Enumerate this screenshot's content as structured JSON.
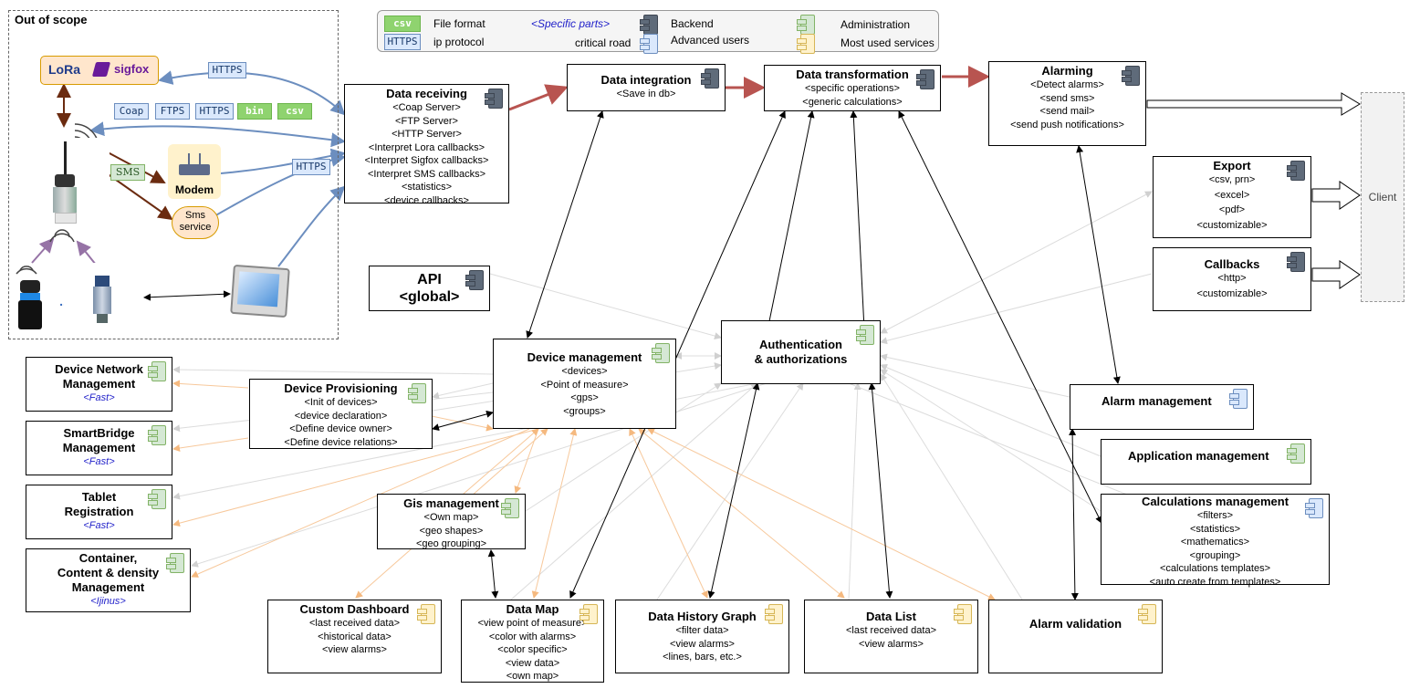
{
  "scope": {
    "title": "Out of scope"
  },
  "legend": {
    "csv_tag": "csv",
    "file_format": "File format",
    "https_tag": "HTTPS",
    "ip_protocol": "ip protocol",
    "specific_parts": "<Specific parts>",
    "critical_road": "critical road",
    "backend": "Backend",
    "advanced_users": "Advanced users",
    "administration": "Administration",
    "most_used": "Most used services"
  },
  "oos": {
    "lora": "LoRa",
    "sigfox": "sigfox",
    "protocols": [
      "Coap",
      "FTPS",
      "HTTPS"
    ],
    "formats": [
      "bin",
      "csv"
    ],
    "https_top": "HTTPS",
    "https_mid": "HTTPS",
    "sms": "SMS",
    "modem": "Modem",
    "sms_service": "Sms service",
    "dots": "..."
  },
  "boxes": {
    "data_receiving": {
      "title": "Data receiving",
      "lines": [
        "<Coap Server>",
        "<FTP Server>",
        "<HTTP Server>",
        "<Interpret Lora callbacks>",
        "<Interpret Sigfox callbacks>",
        "<Interpret SMS callbacks>",
        "<statistics>",
        "<device callbacks>"
      ]
    },
    "data_integration": {
      "title": "Data integration",
      "lines": [
        "<Save in db>"
      ]
    },
    "data_transformation": {
      "title": "Data transformation",
      "lines": [
        "<specific operations>",
        "<generic calculations>"
      ]
    },
    "alarming": {
      "title": "Alarming",
      "lines": [
        "<Detect alarms>",
        "<send sms>",
        "<send mail>",
        "<send push notifications>"
      ]
    },
    "export": {
      "title": "Export",
      "lines": [
        "<csv, prn>",
        "<excel>",
        "<pdf>",
        "<customizable>"
      ]
    },
    "callbacks": {
      "title": "Callbacks",
      "lines": [
        "<http>",
        "<customizable>"
      ]
    },
    "api": {
      "title": "API",
      "lines": [
        "<global>"
      ]
    },
    "device_management": {
      "title": "Device management",
      "lines": [
        "<devices>",
        "<Point of measure>",
        "<gps>",
        "<groups>"
      ]
    },
    "auth": {
      "title": "Authentication",
      "lines": [
        "& authorizations"
      ]
    },
    "device_provisioning": {
      "title": "Device Provisioning",
      "lines": [
        "<Init of devices>",
        "<device declaration>",
        "<Define device owner>",
        "<Define device relations>"
      ]
    },
    "device_network": {
      "title": "Device Network",
      "lines": [
        "Management"
      ],
      "fast": "<Fast>"
    },
    "smartbridge": {
      "title": "SmartBridge",
      "lines": [
        "Management"
      ],
      "fast": "<Fast>"
    },
    "tablet": {
      "title": "Tablet",
      "lines": [
        "Registration"
      ],
      "fast": "<Fast>"
    },
    "container": {
      "title": "Container,",
      "lines": [
        "Content & density",
        "Management"
      ],
      "fast": "<Ijinus>"
    },
    "gis": {
      "title": "Gis management",
      "lines": [
        "<Own map>",
        "<geo shapes>",
        "<geo grouping>"
      ]
    },
    "custom_dashboard": {
      "title": "Custom Dashboard",
      "lines": [
        "<last received data>",
        "<historical data>",
        "<view alarms>"
      ]
    },
    "data_map": {
      "title": "Data Map",
      "lines": [
        "<view point of measure>",
        "<color with alarms>",
        "<color specific>",
        "<view data>",
        "<own map>"
      ]
    },
    "data_history": {
      "title": "Data History Graph",
      "lines": [
        "<filter data>",
        "<view alarms>",
        "<lines, bars, etc.>"
      ]
    },
    "data_list": {
      "title": "Data List",
      "lines": [
        "<last received data>",
        "<view alarms>"
      ]
    },
    "alarm_validation": {
      "title": "Alarm validation",
      "lines": []
    },
    "alarm_management": {
      "title": "Alarm management",
      "lines": []
    },
    "application_management": {
      "title": "Application management",
      "lines": []
    },
    "calculations": {
      "title": "Calculations management",
      "lines": [
        "<filters>",
        "<statistics>",
        "<mathematics>",
        "<grouping>",
        "<calculations templates>",
        "<auto create from templates>"
      ]
    }
  },
  "client": "Client",
  "colors": {
    "critical": "#b85450",
    "blue_link": "#6c8ebf",
    "grey_link": "#d9d9d9",
    "orange_link": "#f7c89b",
    "fast": "#1f1fc9"
  }
}
